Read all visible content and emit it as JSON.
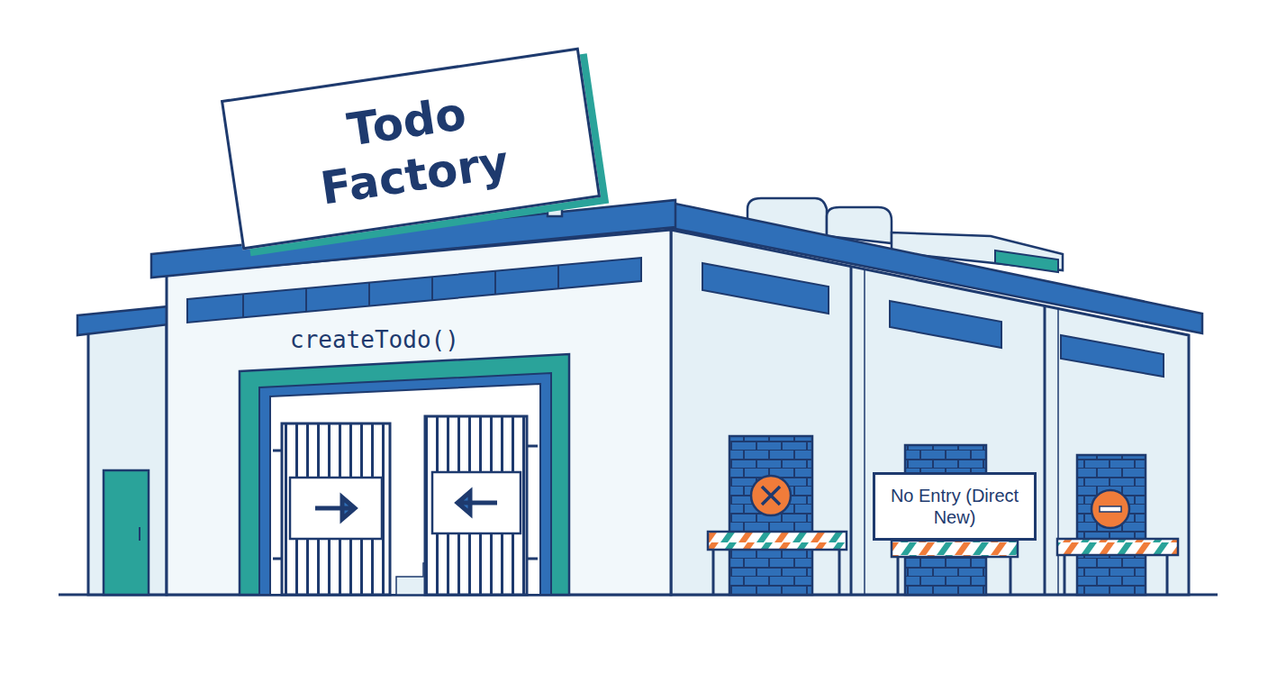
{
  "diagram": {
    "nodes": [
      {
        "text": [
          "Todo Factory"
        ]
      },
      {
        "text": [
          "No Entry (Direct New)"
        ]
      }
    ],
    "labels": [
      "createTodo()"
    ]
  }
}
